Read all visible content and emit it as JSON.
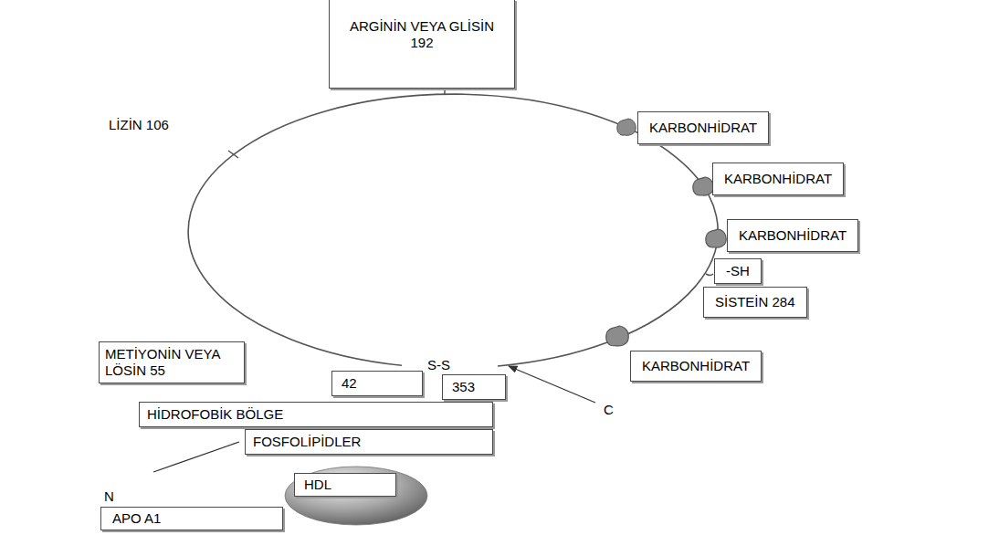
{
  "diagram": {
    "nodes": [
      {
        "text": [
          "ARGİNİN VEYA GLİSİN 192"
        ]
      },
      {
        "text": [
          "KARBONHİDRAT"
        ]
      },
      {
        "text": [
          "KARBONHİDRAT"
        ]
      },
      {
        "text": [
          "KARBONHİDRAT"
        ]
      },
      {
        "text": [
          "-SH"
        ]
      },
      {
        "text": [
          "SİSTEİN 284"
        ]
      },
      {
        "text": [
          "METİYONİN VEYA LÖSİN 55"
        ]
      },
      {
        "text": [
          "KARBONHİDRAT"
        ]
      },
      {
        "text": [
          "42"
        ]
      },
      {
        "text": [
          "353"
        ]
      },
      {
        "text": [
          "HİDROFOBİK BÖLGE"
        ]
      },
      {
        "text": [
          "FOSFOLİPİDLER"
        ]
      },
      {
        "text": [
          "HDL"
        ]
      },
      {
        "text": [
          "APO A1"
        ]
      }
    ],
    "labels": [
      "LİZİN 106",
      "S-S",
      "C",
      "N"
    ]
  }
}
